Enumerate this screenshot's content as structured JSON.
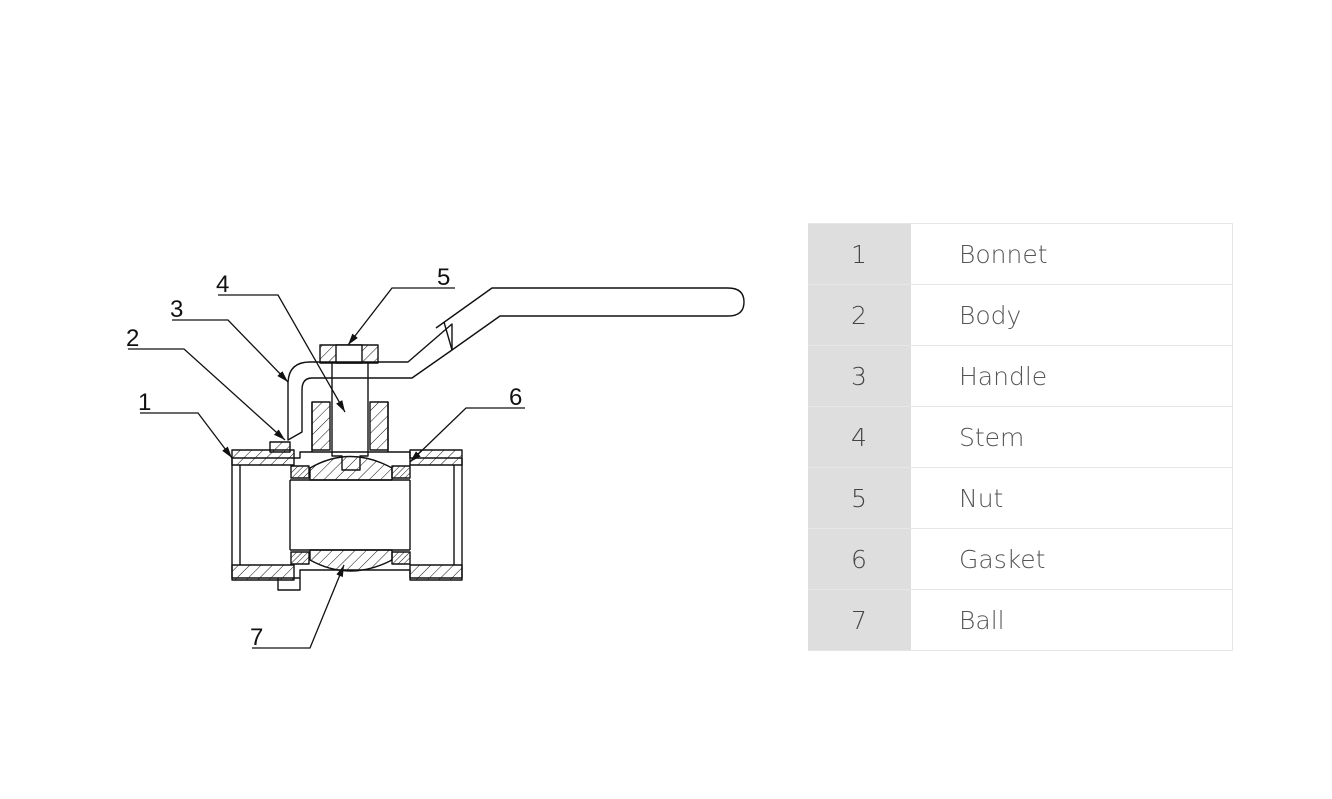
{
  "diagram": {
    "callouts": [
      "1",
      "2",
      "3",
      "4",
      "5",
      "6",
      "7"
    ]
  },
  "parts": [
    {
      "num": "1",
      "name": "Bonnet"
    },
    {
      "num": "2",
      "name": "Body"
    },
    {
      "num": "3",
      "name": "Handle"
    },
    {
      "num": "4",
      "name": "Stem"
    },
    {
      "num": "5",
      "name": "Nut"
    },
    {
      "num": "6",
      "name": "Gasket"
    },
    {
      "num": "7",
      "name": "Ball"
    }
  ],
  "colors": {
    "line": "#111111",
    "number_cell": "#dedede",
    "border": "#e6e6e6",
    "text": "#444444"
  }
}
